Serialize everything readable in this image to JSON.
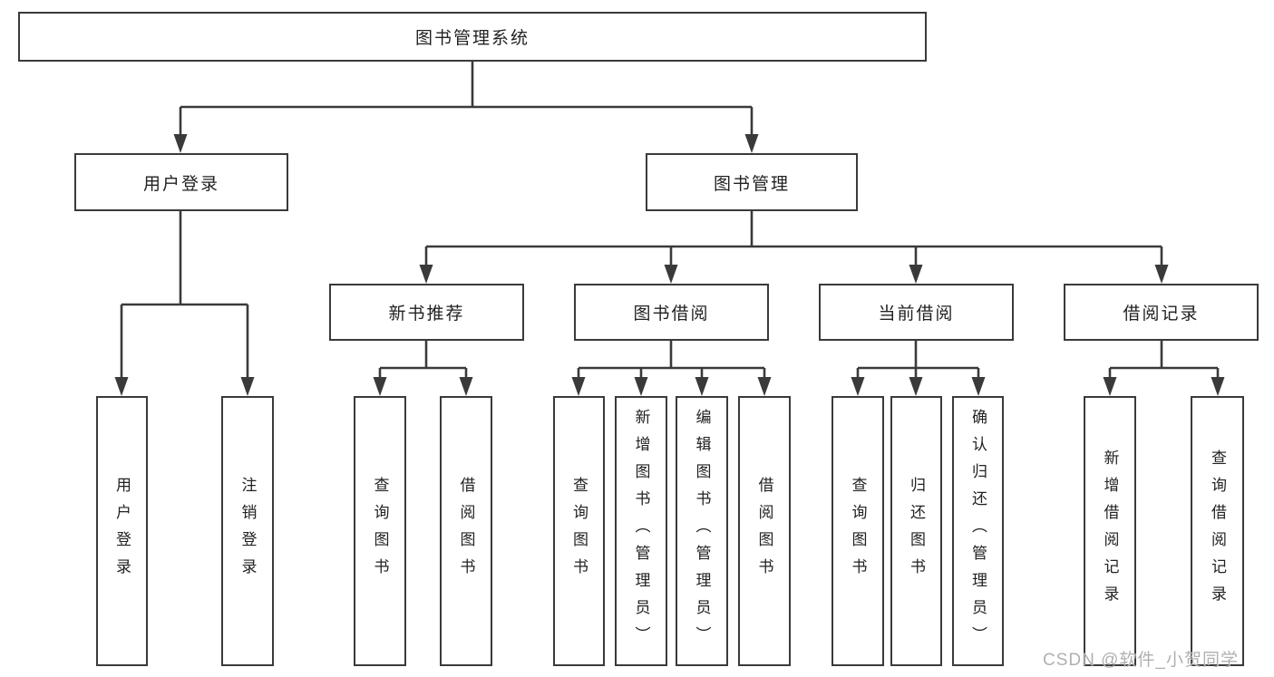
{
  "root": {
    "label": "图书管理系统"
  },
  "branches": {
    "user_login": {
      "label": "用户登录",
      "children": [
        "用户登录",
        "注销登录"
      ]
    },
    "book_management": {
      "label": "图书管理",
      "children": {
        "new_book_recommend": {
          "label": "新书推荐",
          "children": [
            "查询图书",
            "借阅图书"
          ]
        },
        "book_borrowing": {
          "label": "图书借阅",
          "children": [
            "查询图书",
            "新增图书（管理员）",
            "编辑图书（管理员）",
            "借阅图书"
          ]
        },
        "current_borrowing": {
          "label": "当前借阅",
          "children": [
            "查询图书",
            "归还图书",
            "确认归还（管理员）"
          ]
        },
        "borrowing_records": {
          "label": "借阅记录",
          "children": [
            "新增借阅记录",
            "查询借阅记录"
          ]
        }
      }
    }
  },
  "watermark": "CSDN @软件_小贺同学",
  "colors": {
    "line": "#3a3a3a",
    "box_border": "#3a3a3a",
    "text": "#222222",
    "watermark": "#acacac",
    "background": "#ffffff"
  }
}
